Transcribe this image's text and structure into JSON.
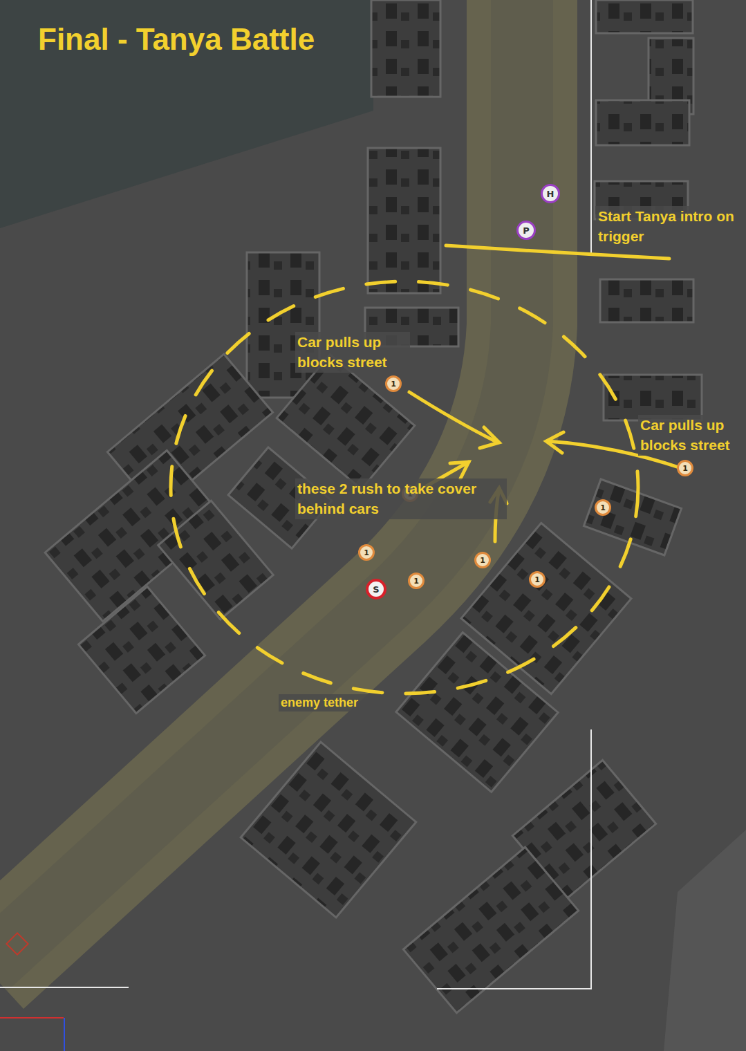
{
  "diagram": {
    "title": "Final - Tanya Battle",
    "nodes": [
      {
        "text": [
          "H"
        ]
      },
      {
        "text": [
          "P"
        ]
      },
      {
        "text": [
          "1"
        ]
      },
      {
        "text": [
          "1"
        ]
      },
      {
        "text": [
          "1"
        ]
      },
      {
        "text": [
          "1"
        ]
      },
      {
        "text": [
          "1"
        ]
      },
      {
        "text": [
          "1"
        ]
      },
      {
        "text": [
          "1"
        ]
      },
      {
        "text": [
          "1"
        ]
      },
      {
        "text": [
          "S"
        ]
      }
    ],
    "labels": [
      "Start Tanya intro on trigger",
      "Car pulls up blocks street",
      "Car pulls up blocks street",
      "these 2 rush to take cover behind cars",
      "enemy tether"
    ]
  }
}
